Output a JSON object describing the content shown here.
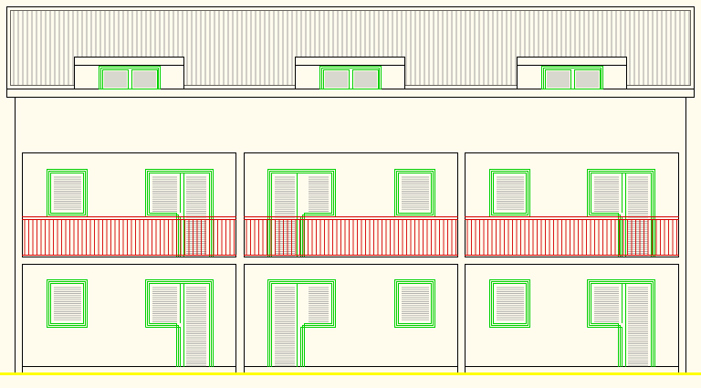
{
  "drawing": {
    "kind": "building-facade-elevation",
    "colors": {
      "background": "#fffcee",
      "outline": "#000000",
      "roof_seam": "#8a8a8a",
      "window_frame": "#00d000",
      "shutter_slat": "#9a9a9a",
      "railing": "#d40000",
      "ground_line": "#ffff00"
    },
    "roof": {
      "dormer_count": 3,
      "dormer_window_leaves": 2
    },
    "floors": [
      {
        "name": "upper-floor",
        "has_railing": true,
        "bays": [
          {
            "openings": [
              "window",
              "french-door"
            ]
          },
          {
            "openings": [
              "french-door",
              "window"
            ]
          },
          {
            "openings": [
              "window",
              "french-door"
            ]
          }
        ]
      },
      {
        "name": "ground-floor",
        "has_railing": false,
        "bays": [
          {
            "openings": [
              "window",
              "french-door"
            ]
          },
          {
            "openings": [
              "french-door",
              "window"
            ]
          },
          {
            "openings": [
              "window",
              "french-door"
            ]
          }
        ]
      }
    ]
  }
}
